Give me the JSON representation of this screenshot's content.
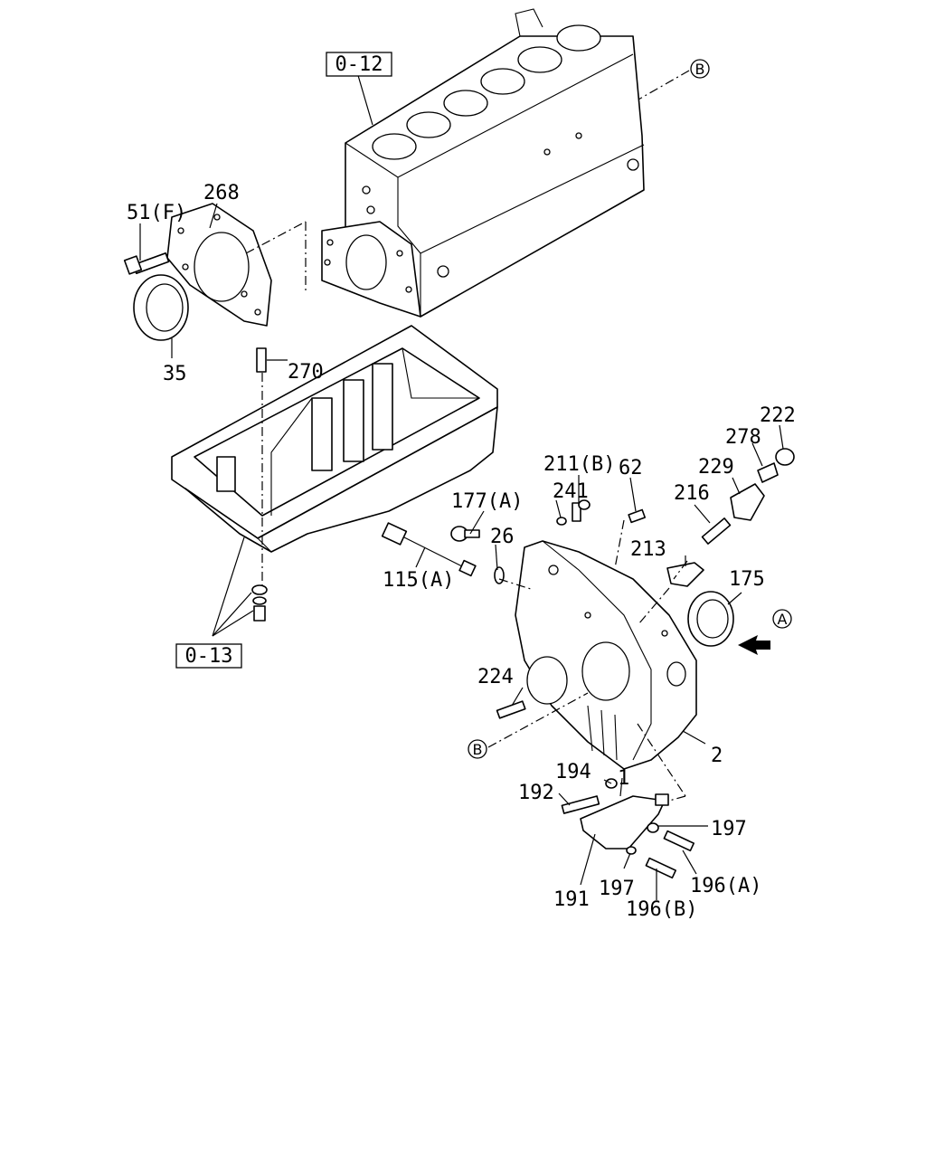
{
  "ref_boxes": {
    "block": "0-12",
    "oil_pan": "0-13"
  },
  "view_markers": {
    "a_right": "A",
    "b_top": "B",
    "b_bottom": "B"
  },
  "callouts": {
    "p51f": "51(F)",
    "p268": "268",
    "p35": "35",
    "p270": "270",
    "p222": "222",
    "p278": "278",
    "p229": "229",
    "p211b": "211(B)",
    "p62": "62",
    "p216": "216",
    "p177a": "177(A)",
    "p241": "241",
    "p26": "26",
    "p213": "213",
    "p175": "175",
    "p115a": "115(A)",
    "p224": "224",
    "p2": "2",
    "p194": "194",
    "p1": "1",
    "p192": "192",
    "p197r": "197",
    "p197b": "197",
    "p196a": "196(A)",
    "p191": "191",
    "p196b": "196(B)"
  }
}
